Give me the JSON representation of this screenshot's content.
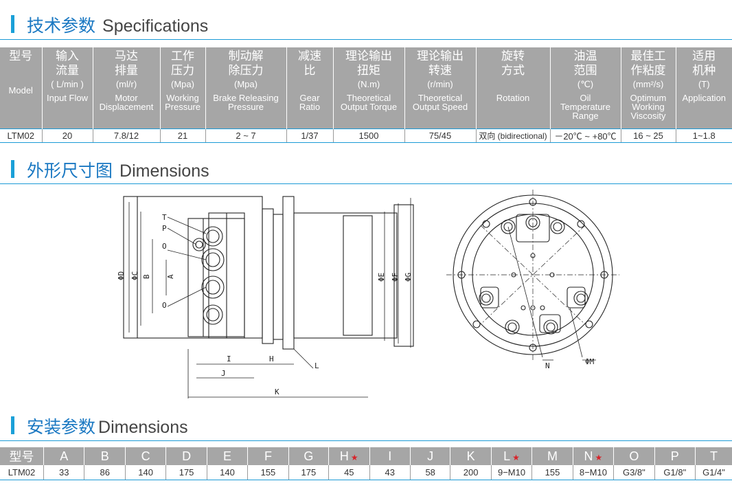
{
  "sections": {
    "spec": {
      "zh": "技术参数",
      "en": "Specifications"
    },
    "dims": {
      "zh": "外形尺寸图",
      "en": "Dimensions"
    },
    "install": {
      "zh": "安装参数",
      "en": "Dimensions"
    }
  },
  "spec_table": {
    "headers": [
      {
        "zh": "型号",
        "unit": "",
        "en": "Model"
      },
      {
        "zh": "输入\n流量",
        "unit": "( L/min )",
        "en": "Input Flow"
      },
      {
        "zh": "马达\n排量",
        "unit": "(ml/r)",
        "en": "Motor\nDisplacement"
      },
      {
        "zh": "工作\n压力",
        "unit": "(Mpa)",
        "en": "Working\nPressure"
      },
      {
        "zh": "制动解\n除压力",
        "unit": "(Mpa)",
        "en": "Brake Releasing\nPressure"
      },
      {
        "zh": "减速\n比",
        "unit": "",
        "en": "Gear\nRatio"
      },
      {
        "zh": "理论输出\n扭矩",
        "unit": "(N.m)",
        "en": "Theoretical\nOutput Torque"
      },
      {
        "zh": "理论输出\n转速",
        "unit": "(r/min)",
        "en": "Theoretical\nOutput Speed"
      },
      {
        "zh": "旋转\n方式",
        "unit": "",
        "en": "Rotation"
      },
      {
        "zh": "油温\n范围",
        "unit": "(℃)",
        "en": "Oil\nTemperature\nRange"
      },
      {
        "zh": "最佳工\n作粘度",
        "unit": "(mm²/s)",
        "en": "Optimum\nWorking\nViscosity"
      },
      {
        "zh": "适用\n机种",
        "unit": "(T)",
        "en": "Application"
      }
    ],
    "row": [
      "LTM02",
      "20",
      "7.8/12",
      "21",
      "2 ~ 7",
      "1/37",
      "1500",
      "75/45",
      "双向 (bidirectional)",
      "－20℃ ~ +80℃",
      "16 ~ 25",
      "1~1.8"
    ]
  },
  "drawing_labels": {
    "side": [
      "T",
      "P",
      "O",
      "O",
      "ΦD",
      "ΦC",
      "B",
      "A",
      "ΦE",
      "ΦF",
      "ΦG",
      "I",
      "H",
      "J",
      "K",
      "L"
    ],
    "front": [
      "N",
      "ΦM"
    ]
  },
  "install_table": {
    "headers": [
      {
        "label": "型号",
        "star": false
      },
      {
        "label": "A",
        "star": false
      },
      {
        "label": "B",
        "star": false
      },
      {
        "label": "C",
        "star": false
      },
      {
        "label": "D",
        "star": false
      },
      {
        "label": "E",
        "star": false
      },
      {
        "label": "F",
        "star": false
      },
      {
        "label": "G",
        "star": false
      },
      {
        "label": "H",
        "star": true
      },
      {
        "label": "I",
        "star": false
      },
      {
        "label": "J",
        "star": false
      },
      {
        "label": "K",
        "star": false
      },
      {
        "label": "L",
        "star": true
      },
      {
        "label": "M",
        "star": false
      },
      {
        "label": "N",
        "star": true
      },
      {
        "label": "O",
        "star": false
      },
      {
        "label": "P",
        "star": false
      },
      {
        "label": "T",
        "star": false
      }
    ],
    "row": [
      "LTM02",
      "33",
      "86",
      "140",
      "175",
      "140",
      "155",
      "175",
      "45",
      "43",
      "58",
      "200",
      "9−M10",
      "155",
      "8−M10",
      "G3/8\"",
      "G1/8\"",
      "G1/4\""
    ],
    "star_symbol": "★"
  },
  "colors": {
    "accent": "#1a9ad6",
    "title": "#1a78c2",
    "header_bg": "#a6a6a6",
    "star": "#d8232a"
  }
}
